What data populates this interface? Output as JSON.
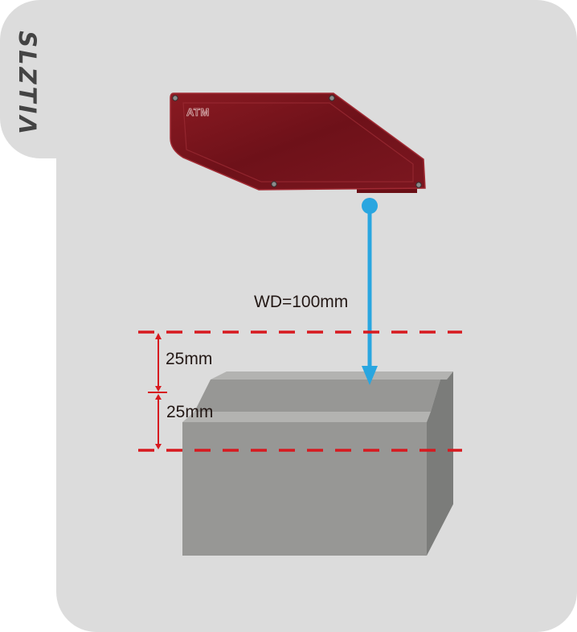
{
  "logo": {
    "text": "SLZTIΛ",
    "color": "#444444"
  },
  "device": {
    "brand": "ATM",
    "body_color": "#7a1820"
  },
  "beam": {
    "color": "#29a6e0"
  },
  "working_distance": {
    "label": "WD=100mm",
    "value_mm": 100
  },
  "depth_of_field": {
    "line_color": "#d7191f",
    "upper_half": {
      "label": "25mm",
      "value_mm": 25
    },
    "lower_half": {
      "label": "25mm",
      "value_mm": 25
    }
  },
  "object": {
    "front_color": "#979795",
    "top_color": "#b3b3b1",
    "side_color": "#7b7c7a"
  },
  "panel": {
    "background": "#dcdcdc"
  }
}
